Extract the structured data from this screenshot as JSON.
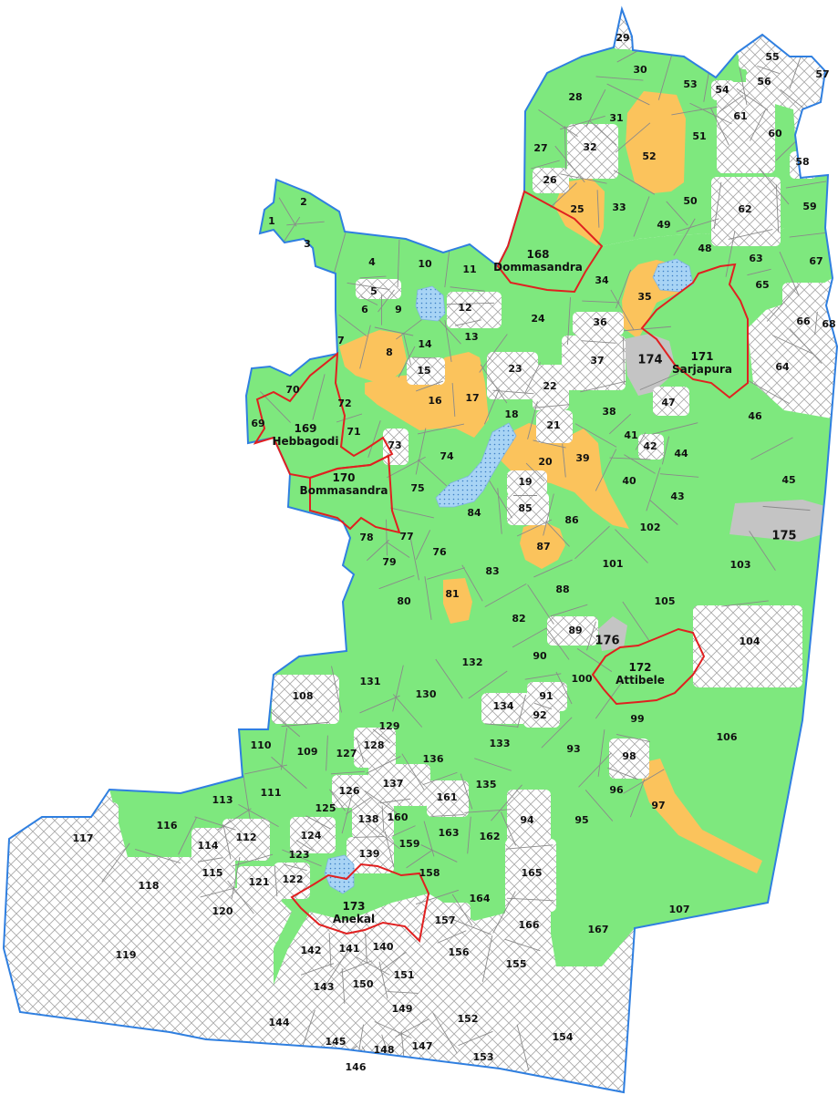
{
  "colors": {
    "developed": "#7ee87e",
    "proposed": "#fbc35c",
    "government": "#c4c4c4",
    "water": "#a8d4f5",
    "boundary": "#2f7fe0",
    "town_boundary": "#e02020",
    "undeveloped_stroke": "#9a9a9a"
  },
  "towns": [
    {
      "num": "168",
      "name": "Dommasandra"
    },
    {
      "num": "169",
      "name": "Hebbagodi"
    },
    {
      "num": "170",
      "name": "Bommasandra"
    },
    {
      "num": "171",
      "name": "Sarjapura"
    },
    {
      "num": "172",
      "name": "Attibele"
    },
    {
      "num": "173",
      "name": "Anekal"
    }
  ],
  "regions": [
    {
      "id": "1",
      "status": "developed"
    },
    {
      "id": "2",
      "status": "developed"
    },
    {
      "id": "3",
      "status": "developed"
    },
    {
      "id": "4",
      "status": "developed"
    },
    {
      "id": "5",
      "status": "undeveloped"
    },
    {
      "id": "6",
      "status": "developed"
    },
    {
      "id": "7",
      "status": "developed"
    },
    {
      "id": "8",
      "status": "proposed"
    },
    {
      "id": "9",
      "status": "developed"
    },
    {
      "id": "10",
      "status": "developed"
    },
    {
      "id": "11",
      "status": "developed"
    },
    {
      "id": "12",
      "status": "undeveloped"
    },
    {
      "id": "13",
      "status": "developed"
    },
    {
      "id": "14",
      "status": "developed"
    },
    {
      "id": "15",
      "status": "undeveloped"
    },
    {
      "id": "16",
      "status": "proposed"
    },
    {
      "id": "17",
      "status": "proposed"
    },
    {
      "id": "18",
      "status": "developed"
    },
    {
      "id": "19",
      "status": "undeveloped"
    },
    {
      "id": "20",
      "status": "proposed"
    },
    {
      "id": "21",
      "status": "undeveloped"
    },
    {
      "id": "22",
      "status": "undeveloped"
    },
    {
      "id": "23",
      "status": "undeveloped"
    },
    {
      "id": "24",
      "status": "developed"
    },
    {
      "id": "25",
      "status": "proposed"
    },
    {
      "id": "26",
      "status": "undeveloped"
    },
    {
      "id": "27",
      "status": "developed"
    },
    {
      "id": "28",
      "status": "developed"
    },
    {
      "id": "29",
      "status": "undeveloped"
    },
    {
      "id": "30",
      "status": "developed"
    },
    {
      "id": "31",
      "status": "developed"
    },
    {
      "id": "32",
      "status": "undeveloped"
    },
    {
      "id": "33",
      "status": "developed"
    },
    {
      "id": "34",
      "status": "developed"
    },
    {
      "id": "35",
      "status": "proposed"
    },
    {
      "id": "36",
      "status": "undeveloped"
    },
    {
      "id": "37",
      "status": "undeveloped"
    },
    {
      "id": "38",
      "status": "developed"
    },
    {
      "id": "39",
      "status": "proposed"
    },
    {
      "id": "40",
      "status": "developed"
    },
    {
      "id": "41",
      "status": "developed"
    },
    {
      "id": "42",
      "status": "undeveloped"
    },
    {
      "id": "43",
      "status": "developed"
    },
    {
      "id": "44",
      "status": "developed"
    },
    {
      "id": "45",
      "status": "developed"
    },
    {
      "id": "46",
      "status": "developed"
    },
    {
      "id": "47",
      "status": "undeveloped"
    },
    {
      "id": "48",
      "status": "developed"
    },
    {
      "id": "49",
      "status": "developed"
    },
    {
      "id": "50",
      "status": "developed"
    },
    {
      "id": "51",
      "status": "developed"
    },
    {
      "id": "52",
      "status": "proposed"
    },
    {
      "id": "53",
      "status": "developed"
    },
    {
      "id": "54",
      "status": "undeveloped"
    },
    {
      "id": "55",
      "status": "undeveloped"
    },
    {
      "id": "56",
      "status": "undeveloped"
    },
    {
      "id": "57",
      "status": "undeveloped"
    },
    {
      "id": "58",
      "status": "undeveloped"
    },
    {
      "id": "59",
      "status": "developed"
    },
    {
      "id": "60",
      "status": "developed"
    },
    {
      "id": "61",
      "status": "undeveloped"
    },
    {
      "id": "62",
      "status": "undeveloped"
    },
    {
      "id": "63",
      "status": "developed"
    },
    {
      "id": "64",
      "status": "developed"
    },
    {
      "id": "65",
      "status": "developed"
    },
    {
      "id": "66",
      "status": "undeveloped"
    },
    {
      "id": "67",
      "status": "developed"
    },
    {
      "id": "68",
      "status": "undeveloped"
    },
    {
      "id": "69",
      "status": "developed"
    },
    {
      "id": "70",
      "status": "developed"
    },
    {
      "id": "71",
      "status": "developed"
    },
    {
      "id": "72",
      "status": "developed"
    },
    {
      "id": "73",
      "status": "undeveloped"
    },
    {
      "id": "74",
      "status": "developed"
    },
    {
      "id": "75",
      "status": "developed"
    },
    {
      "id": "76",
      "status": "developed"
    },
    {
      "id": "77",
      "status": "developed"
    },
    {
      "id": "78",
      "status": "developed"
    },
    {
      "id": "79",
      "status": "developed"
    },
    {
      "id": "80",
      "status": "developed"
    },
    {
      "id": "81",
      "status": "proposed"
    },
    {
      "id": "82",
      "status": "developed"
    },
    {
      "id": "83",
      "status": "developed"
    },
    {
      "id": "84",
      "status": "developed"
    },
    {
      "id": "85",
      "status": "undeveloped"
    },
    {
      "id": "86",
      "status": "developed"
    },
    {
      "id": "87",
      "status": "proposed"
    },
    {
      "id": "88",
      "status": "developed"
    },
    {
      "id": "89",
      "status": "undeveloped"
    },
    {
      "id": "90",
      "status": "developed"
    },
    {
      "id": "91",
      "status": "undeveloped"
    },
    {
      "id": "92",
      "status": "undeveloped"
    },
    {
      "id": "93",
      "status": "developed"
    },
    {
      "id": "94",
      "status": "undeveloped"
    },
    {
      "id": "95",
      "status": "developed"
    },
    {
      "id": "96",
      "status": "developed"
    },
    {
      "id": "97",
      "status": "proposed"
    },
    {
      "id": "98",
      "status": "undeveloped"
    },
    {
      "id": "99",
      "status": "developed"
    },
    {
      "id": "100",
      "status": "developed"
    },
    {
      "id": "101",
      "status": "developed"
    },
    {
      "id": "102",
      "status": "developed"
    },
    {
      "id": "103",
      "status": "developed"
    },
    {
      "id": "104",
      "status": "undeveloped"
    },
    {
      "id": "105",
      "status": "developed"
    },
    {
      "id": "106",
      "status": "developed"
    },
    {
      "id": "107",
      "status": "developed"
    },
    {
      "id": "108",
      "status": "undeveloped"
    },
    {
      "id": "109",
      "status": "developed"
    },
    {
      "id": "110",
      "status": "developed"
    },
    {
      "id": "111",
      "status": "developed"
    },
    {
      "id": "112",
      "status": "undeveloped"
    },
    {
      "id": "113",
      "status": "developed"
    },
    {
      "id": "114",
      "status": "undeveloped"
    },
    {
      "id": "115",
      "status": "undeveloped"
    },
    {
      "id": "116",
      "status": "developed"
    },
    {
      "id": "117",
      "status": "undeveloped"
    },
    {
      "id": "118",
      "status": "undeveloped"
    },
    {
      "id": "119",
      "status": "undeveloped"
    },
    {
      "id": "120",
      "status": "undeveloped"
    },
    {
      "id": "121",
      "status": "undeveloped"
    },
    {
      "id": "122",
      "status": "undeveloped"
    },
    {
      "id": "123",
      "status": "developed"
    },
    {
      "id": "124",
      "status": "undeveloped"
    },
    {
      "id": "125",
      "status": "developed"
    },
    {
      "id": "126",
      "status": "undeveloped"
    },
    {
      "id": "127",
      "status": "developed"
    },
    {
      "id": "128",
      "status": "undeveloped"
    },
    {
      "id": "129",
      "status": "developed"
    },
    {
      "id": "130",
      "status": "developed"
    },
    {
      "id": "131",
      "status": "developed"
    },
    {
      "id": "132",
      "status": "developed"
    },
    {
      "id": "133",
      "status": "developed"
    },
    {
      "id": "134",
      "status": "undeveloped"
    },
    {
      "id": "135",
      "status": "developed"
    },
    {
      "id": "136",
      "status": "developed"
    },
    {
      "id": "137",
      "status": "undeveloped"
    },
    {
      "id": "138",
      "status": "undeveloped"
    },
    {
      "id": "139",
      "status": "undeveloped"
    },
    {
      "id": "140",
      "status": "undeveloped"
    },
    {
      "id": "141",
      "status": "undeveloped"
    },
    {
      "id": "142",
      "status": "developed"
    },
    {
      "id": "143",
      "status": "undeveloped"
    },
    {
      "id": "144",
      "status": "undeveloped"
    },
    {
      "id": "145",
      "status": "undeveloped"
    },
    {
      "id": "146",
      "status": "undeveloped"
    },
    {
      "id": "147",
      "status": "undeveloped"
    },
    {
      "id": "148",
      "status": "undeveloped"
    },
    {
      "id": "149",
      "status": "undeveloped"
    },
    {
      "id": "150",
      "status": "developed"
    },
    {
      "id": "151",
      "status": "undeveloped"
    },
    {
      "id": "152",
      "status": "undeveloped"
    },
    {
      "id": "153",
      "status": "undeveloped"
    },
    {
      "id": "154",
      "status": "undeveloped"
    },
    {
      "id": "155",
      "status": "undeveloped"
    },
    {
      "id": "156",
      "status": "undeveloped"
    },
    {
      "id": "157",
      "status": "undeveloped"
    },
    {
      "id": "158",
      "status": "developed"
    },
    {
      "id": "159",
      "status": "developed"
    },
    {
      "id": "160",
      "status": "developed"
    },
    {
      "id": "161",
      "status": "undeveloped"
    },
    {
      "id": "162",
      "status": "developed"
    },
    {
      "id": "163",
      "status": "developed"
    },
    {
      "id": "164",
      "status": "developed"
    },
    {
      "id": "165",
      "status": "undeveloped"
    },
    {
      "id": "166",
      "status": "undeveloped"
    },
    {
      "id": "167",
      "status": "developed"
    },
    {
      "id": "174",
      "status": "government"
    },
    {
      "id": "175",
      "status": "government"
    },
    {
      "id": "176",
      "status": "government"
    }
  ]
}
